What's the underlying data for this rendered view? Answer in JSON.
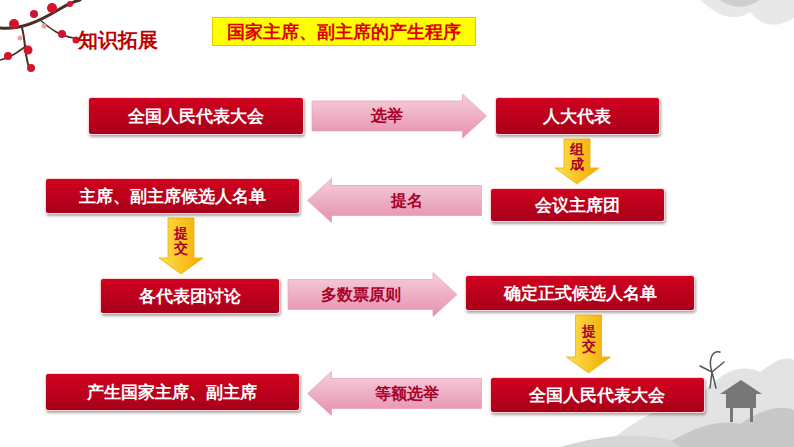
{
  "diagram": {
    "title": "国家主席、副主席的产生程序",
    "nodes": [
      {
        "text": [
          "全国人民代表大会"
        ]
      },
      {
        "text": [
          "人大代表"
        ]
      },
      {
        "text": [
          "会议主席团"
        ]
      },
      {
        "text": [
          "主席、副主席候选人名单"
        ]
      },
      {
        "text": [
          "各代表团讨论"
        ]
      },
      {
        "text": [
          "确定正式候选人名单"
        ]
      },
      {
        "text": [
          "全国人民代表大会"
        ]
      },
      {
        "text": [
          "产生国家主席、副主席"
        ]
      }
    ],
    "edges": [
      {
        "from": 0,
        "to": 1,
        "arrow": "to",
        "label": "选举"
      },
      {
        "from": 1,
        "to": 2,
        "arrow": "to",
        "label": "组成"
      },
      {
        "from": 2,
        "to": 3,
        "arrow": "to",
        "label": "提名"
      },
      {
        "from": 3,
        "to": 4,
        "arrow": "to",
        "label": "提交"
      },
      {
        "from": 4,
        "to": 5,
        "arrow": "to",
        "label": "多数票原则"
      },
      {
        "from": 5,
        "to": 6,
        "arrow": "to",
        "label": "提交"
      },
      {
        "from": 6,
        "to": 7,
        "arrow": "to",
        "label": "等额选举"
      }
    ],
    "labels": [
      "知识拓展"
    ]
  }
}
